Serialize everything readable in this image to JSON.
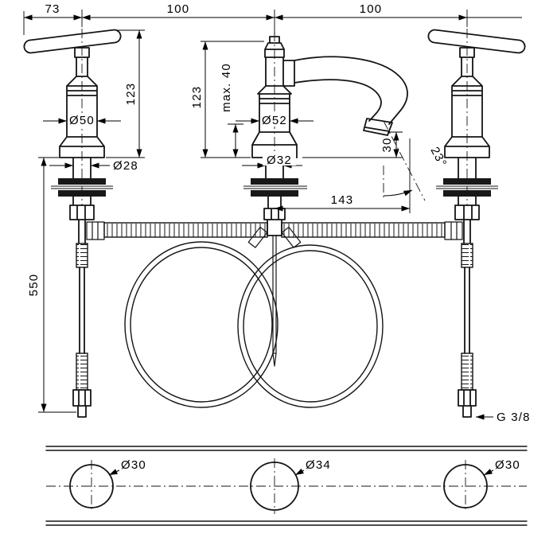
{
  "drawing": {
    "dims": {
      "spacing_left": "73",
      "spacing_mid": "100",
      "spacing_right": "100",
      "height_handle": "123",
      "height_spout": "123",
      "max_mount": "max. 40",
      "dia_handle_escutcheon": "Ø50",
      "dia_spout_escutcheon": "Ø52",
      "dia_handle_shank": "Ø28",
      "dia_spout_shank": "Ø32",
      "outlet_height": "30",
      "outlet_angle": "23°",
      "reach": "143",
      "hose_length": "550",
      "connector_thread": "G 3/8"
    },
    "holes": {
      "left": "Ø30",
      "center": "Ø34",
      "right": "Ø30"
    }
  }
}
